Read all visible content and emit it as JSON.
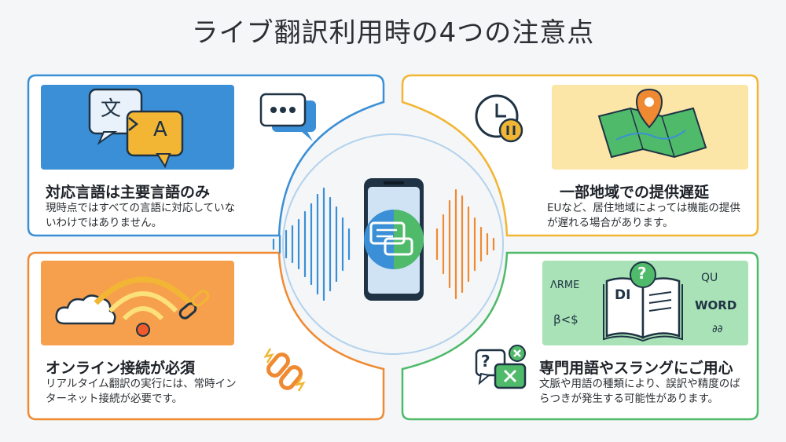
{
  "title": "ライブ翻訳利用時の4つの注意点",
  "colors": {
    "blue": "#3b8fd6",
    "yellow": "#f2b634",
    "orange": "#ef8a33",
    "green": "#4fba6a"
  },
  "cards": [
    {
      "heading": "対応言語は主要言語のみ",
      "desc": "現時点ではすべての言語に対応していないわけではありません。",
      "icons": [
        "translate-icon",
        "chat-bubbles-icon"
      ]
    },
    {
      "heading": "一部地域での提供遅延",
      "desc": "EUなど、居住地域によっては機能の提供が遅れる場合があります。",
      "icons": [
        "clock-pause-icon",
        "map-pin-icon"
      ]
    },
    {
      "heading": "オンライン接続が必須",
      "desc": "リアルタイム翻訳の実行には、常時インターネット接続が必要です。",
      "icons": [
        "wifi-cloud-icon",
        "broken-link-icon"
      ]
    },
    {
      "heading": "専門用語やスラングにご用心",
      "desc": "文脈や用語の種類により、誤訳や精度のばらつきが発生する可能性があります。",
      "icons": [
        "question-bubbles-icon",
        "book-icon"
      ]
    }
  ],
  "art_text": {
    "bun": "文",
    "a": "A",
    "di": "DI",
    "word": "WORD",
    "q": "?",
    "slang1": "ΛRME",
    "slang2": "β<$",
    "slang3": "QU",
    "slang4": "∂∂"
  }
}
